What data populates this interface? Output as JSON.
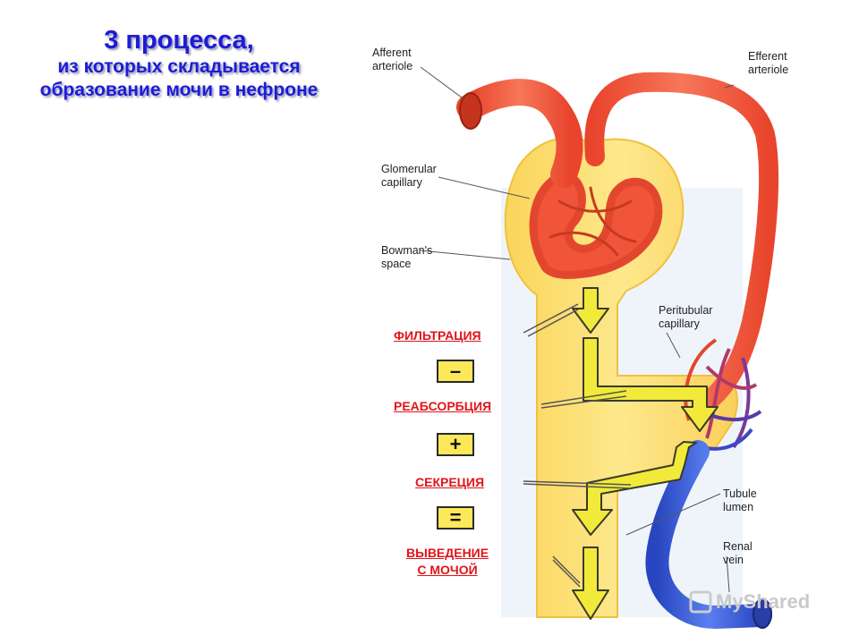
{
  "title": {
    "line1": "3 процесса,",
    "line2": "из которых складывается",
    "line3": "образование мочи в нефроне"
  },
  "labels": {
    "afferent": [
      "Afferent",
      "arteriole"
    ],
    "efferent": [
      "Efferent",
      "arteriole"
    ],
    "glomerular": [
      "Glomerular",
      "capillary"
    ],
    "bowman": [
      "Bowman's",
      "space"
    ],
    "peritubular": [
      "Peritubular",
      "capillary"
    ],
    "tubule": [
      "Tubule",
      "lumen"
    ],
    "renal": [
      "Renal",
      "vein"
    ]
  },
  "processes": {
    "filtration": "ФИЛЬТРАЦИЯ",
    "reabsorption": "РЕАБСОРБЦИЯ",
    "secretion": "СЕКРЕЦИЯ",
    "excretion_1": "ВЫВЕДЕНИЕ",
    "excretion_2": "С МОЧОЙ"
  },
  "operators": {
    "minus": "–",
    "plus": "+",
    "equals": "="
  },
  "watermark": "MyShared",
  "colors": {
    "title": "#1c1cd6",
    "process_text": "#e0141a",
    "artery": "#f0553a",
    "vein": "#3a5ed6",
    "tubule": "#fbd85a",
    "arrow": "#f2ea3a"
  }
}
